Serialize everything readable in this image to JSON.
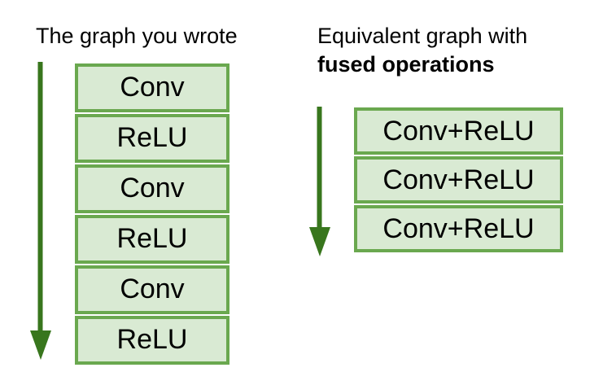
{
  "left_panel": {
    "title": "The graph you wrote",
    "layers": [
      "Conv",
      "ReLU",
      "Conv",
      "ReLU",
      "Conv",
      "ReLU"
    ]
  },
  "right_panel": {
    "title_line1": "Equivalent graph with",
    "title_line2": "fused operations",
    "layers": [
      "Conv+ReLU",
      "Conv+ReLU",
      "Conv+ReLU"
    ]
  },
  "colors": {
    "box_fill": "#d9ead3",
    "box_border": "#6aa84f",
    "arrow": "#38761d"
  },
  "icons": {
    "flow_arrow": "arrow-down-icon"
  }
}
